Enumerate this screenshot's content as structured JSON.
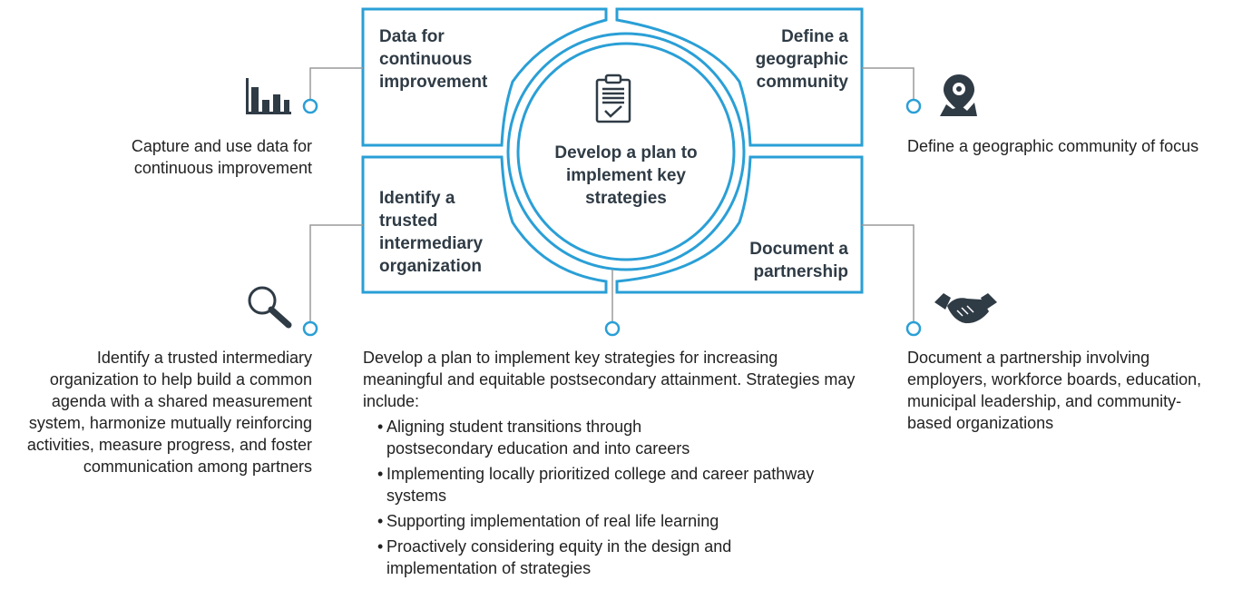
{
  "center": {
    "title": "Develop a plan to implement key strategies",
    "icon": "clipboard-check-icon"
  },
  "quadrants": {
    "top_left": "Data for continuous improvement",
    "top_right": "Define a geographic community",
    "bottom_left": "Identify a trusted intermediary organization",
    "bottom_right": "Document a partnership"
  },
  "callouts": {
    "data": {
      "icon": "bar-chart-icon",
      "text": "Capture and use data for continuous improvement"
    },
    "geography": {
      "icon": "map-pin-icon",
      "text": "Define a geographic community of focus"
    },
    "intermediary": {
      "icon": "magnifier-icon",
      "text": "Identify a trusted intermediary organization to help build a common agenda with a shared measurement system, harmonize mutually reinforcing activities, measure progress, and foster communication among partners"
    },
    "partnership": {
      "icon": "handshake-icon",
      "text": "Document a partnership involving employers, workforce boards, education, municipal leadership, and community-based organizations"
    },
    "plan": {
      "intro": "Develop a plan to implement key strategies for increasing meaningful and equitable postsecondary attainment. Strategies may include:",
      "bullets": [
        "Aligning student transitions through postsecondary education and into careers",
        "Implementing locally prioritized college and career pathway systems",
        "Supporting implementation of real life learning",
        "Proactively considering equity in the design and implementation of strategies"
      ]
    }
  },
  "colors": {
    "accent": "#2a9fd6",
    "line": "#9a9a9a",
    "icon": "#2f3b45"
  }
}
